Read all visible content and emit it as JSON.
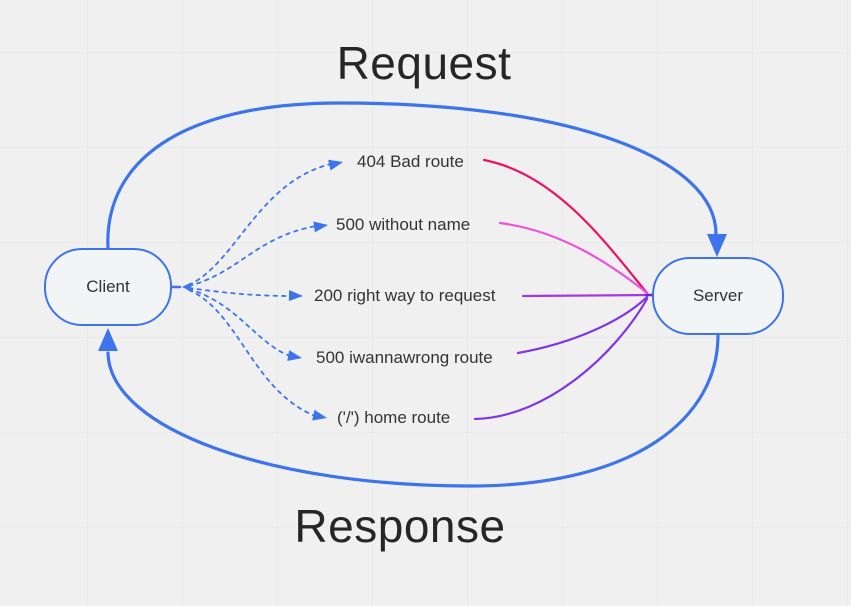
{
  "canvas": {
    "background": "#f0f0f0",
    "grid_color": "#e8eaed"
  },
  "colors": {
    "accent_blue": "#3d74ec",
    "converge_purple": "#7a1fd8"
  },
  "titles": {
    "request": "Request",
    "response": "Response"
  },
  "nodes": {
    "client": {
      "label": "Client"
    },
    "server": {
      "label": "Server"
    }
  },
  "routes": [
    {
      "label": "404 Bad route",
      "color": "#ec1164"
    },
    {
      "label": "500 without name",
      "color": "#ee52da"
    },
    {
      "label": "200 right way to request",
      "color": "#a637e4"
    },
    {
      "label": "500 iwannawrong route",
      "color": "#8034e8"
    },
    {
      "label": "('/') home route",
      "color": "#8034e8"
    }
  ]
}
